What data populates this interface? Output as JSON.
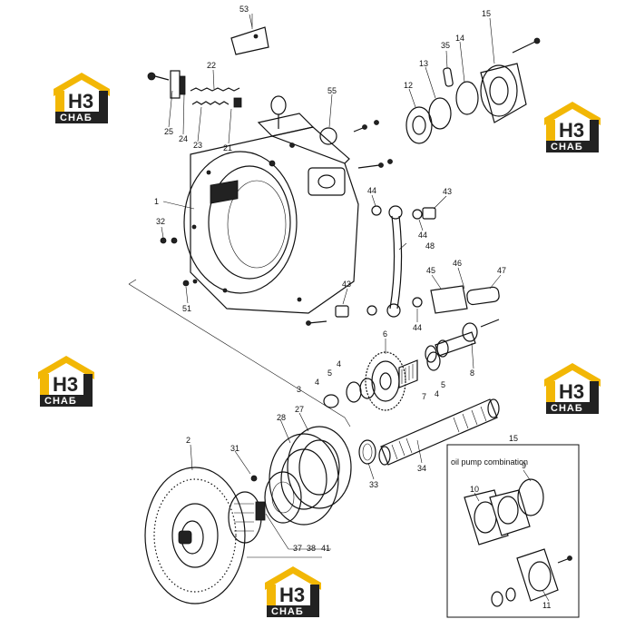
{
  "diagram": {
    "part_labels": {
      "p53": "53",
      "p15a": "15",
      "p35": "35",
      "p14": "14",
      "p13": "13",
      "p12": "12",
      "p22": "22",
      "p55": "55",
      "p25": "25",
      "p24": "24",
      "p23": "23",
      "p21": "21",
      "p1": "1",
      "p32": "32",
      "p44a": "44",
      "p43a": "43",
      "p44b": "44",
      "p48": "48",
      "p51": "51",
      "p43b": "43",
      "p45": "45",
      "p46": "46",
      "p47": "47",
      "p44c": "44",
      "p6": "6",
      "p8": "8",
      "p4a": "4",
      "p5a": "5",
      "p4b": "4",
      "p5b": "5",
      "p4c": "4",
      "p7": "7",
      "p3": "3",
      "p2": "2",
      "p27": "27",
      "p28": "28",
      "p31": "31",
      "p33": "33",
      "p34": "34",
      "p37": "37",
      "p38": "38",
      "p41": "41"
    },
    "inset": {
      "number": "15",
      "title": "oil pump combination",
      "labels": {
        "p9": "9",
        "p10": "10",
        "p11": "11"
      }
    }
  },
  "watermark": {
    "brand_top": "H3",
    "brand_bottom": "CHAБ",
    "accent_color": "#f2b705",
    "dark_color": "#222222"
  }
}
